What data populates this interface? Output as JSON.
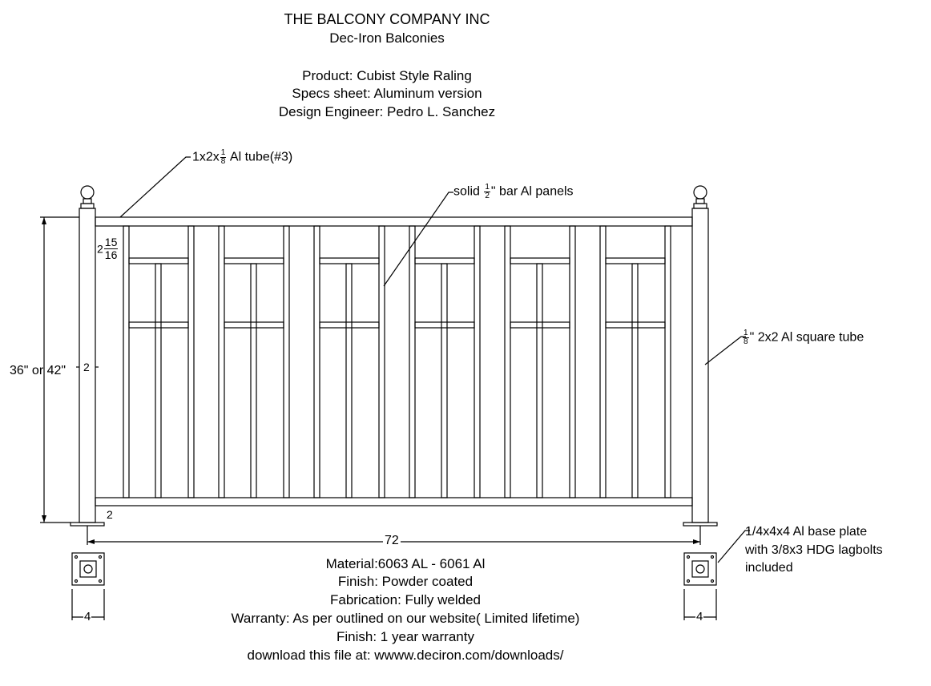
{
  "header": {
    "company": "THE BALCONY COMPANY INC",
    "division": "Dec-Iron Balconies",
    "product": "Product: Cubist Style Raling",
    "specs": "Specs sheet: Aluminum version",
    "engineer": "Design Engineer: Pedro L. Sanchez"
  },
  "callouts": {
    "top_rail_a": "1x2x",
    "top_rail_num": "1",
    "top_rail_den": "8",
    "top_rail_b": " Al tube(#3)",
    "panels_a": "solid ",
    "panels_num": "1",
    "panels_den": "2",
    "panels_b": "\" bar Al panels",
    "post_num": "1",
    "post_den": "8",
    "post_b": "\" 2x2 Al square tube",
    "base_plate_1": "1/4x4x4 Al base plate",
    "base_plate_2": "with 3/8x3 HDG lagbolts",
    "base_plate_3": "included"
  },
  "dimensions": {
    "height": "36\" or 42\"",
    "post_width": "2",
    "top_gap_whole": "2",
    "top_gap_num": "15",
    "top_gap_den": "16",
    "bottom_gap": "2",
    "span": "72",
    "plate_left": "4",
    "plate_right": "4"
  },
  "notes": {
    "material": "Material:6063 AL - 6061 Al",
    "finish": "Finish: Powder coated",
    "fabrication": "Fabrication: Fully welded",
    "warranty": "Warranty: As per outlined on our website( Limited lifetime)",
    "finish_warranty": "Finish: 1 year warranty",
    "download": "download this file at: wwww.deciron.com/downloads/"
  },
  "panel_count": 6,
  "colors": {
    "line": "#000000",
    "background": "#ffffff"
  }
}
